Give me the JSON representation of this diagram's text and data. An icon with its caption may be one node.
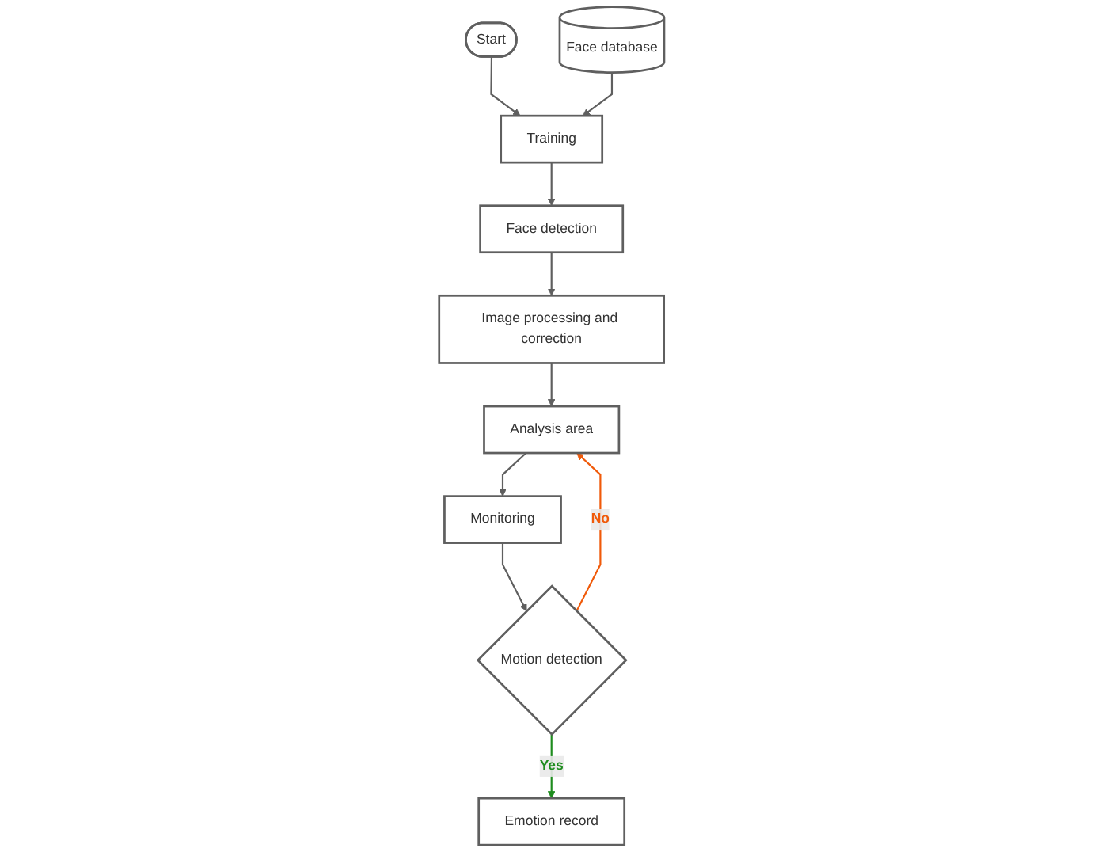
{
  "diagram": {
    "nodes": [
      {
        "text": [
          "Start"
        ]
      },
      {
        "text": [
          "Face database"
        ]
      },
      {
        "text": [
          "Training"
        ]
      },
      {
        "text": [
          "Face detection"
        ]
      },
      {
        "text": [
          "Image processing and correction"
        ]
      },
      {
        "text": [
          "Analysis area"
        ]
      },
      {
        "text": [
          "Monitoring"
        ]
      },
      {
        "text": [
          "Motion detection"
        ]
      },
      {
        "text": [
          "Emotion record"
        ]
      }
    ],
    "edges": [
      {
        "from": 0,
        "to": 2,
        "arrow": "to"
      },
      {
        "from": 1,
        "to": 2,
        "arrow": "to"
      },
      {
        "from": 2,
        "to": 3,
        "arrow": "to"
      },
      {
        "from": 3,
        "to": 4,
        "arrow": "to"
      },
      {
        "from": 4,
        "to": 5,
        "arrow": "to"
      },
      {
        "from": 5,
        "to": 6,
        "arrow": "to"
      },
      {
        "from": 6,
        "to": 7,
        "arrow": "to"
      },
      {
        "from": 7,
        "to": 5,
        "arrow": "to",
        "label": "No",
        "color": "#f05a0a"
      },
      {
        "from": 7,
        "to": 8,
        "arrow": "to",
        "label": "Yes",
        "color": "#1e8c1e"
      }
    ]
  }
}
